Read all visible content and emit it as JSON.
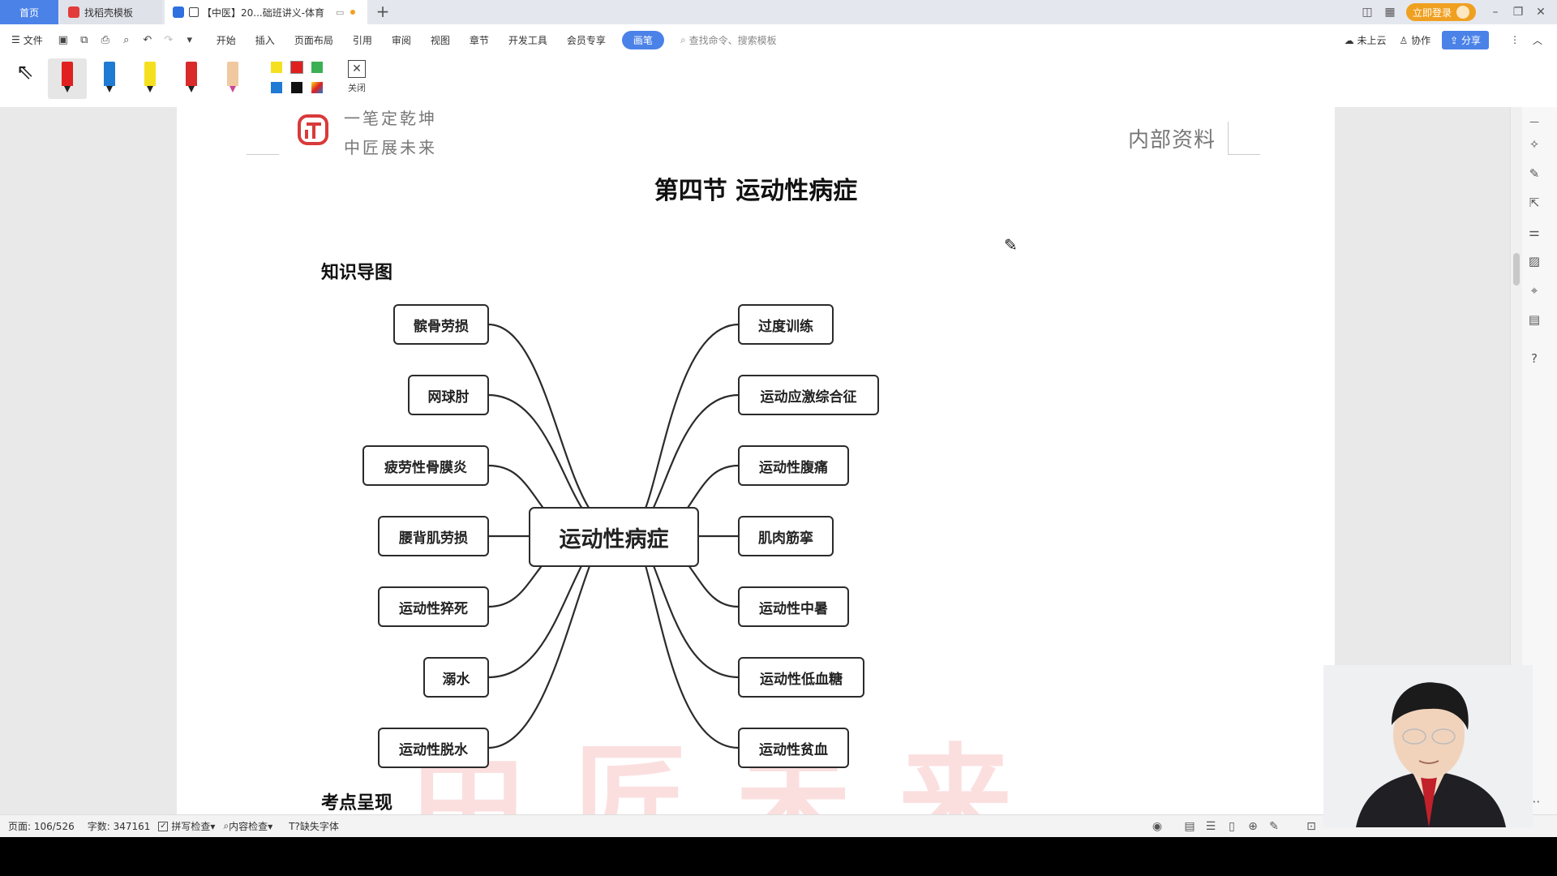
{
  "tabs": [
    {
      "label": "首页"
    },
    {
      "label": "找稻壳模板"
    },
    {
      "label": "【中医】20...础班讲义-体育"
    }
  ],
  "window": {
    "login_label": "立即登录"
  },
  "menu": {
    "file": "文件",
    "items": [
      "开始",
      "插入",
      "页面布局",
      "引用",
      "审阅",
      "视图",
      "章节",
      "开发工具",
      "会员专享"
    ],
    "active": "画笔",
    "search_placeholder": "查找命令、搜索模板",
    "cloud": "未上云",
    "collab": "协作",
    "share": "分享"
  },
  "pen_toolbar": {
    "close_label": "关闭",
    "pen_colors": [
      "#e02020",
      "#1f7ad4",
      "#f5e020",
      "#d92a2a",
      "#f0c9a0"
    ],
    "swatches": [
      "#f5e020",
      "#e02020",
      "#3cb054",
      "#1f7ad4",
      "#111111",
      "#4b82e8"
    ]
  },
  "document": {
    "slogan_line1": "一笔定乾坤",
    "slogan_line2": "中匠展未来",
    "header_right": "内部资料",
    "section_title": "第四节  运动性病症",
    "subtitle1": "知识导图",
    "subtitle2": "考点呈现",
    "watermark": "中匠未来",
    "mindmap": {
      "center": "运动性病症",
      "left": [
        "髌骨劳损",
        "网球肘",
        "疲劳性骨膜炎",
        "腰背肌劳损",
        "运动性猝死",
        "溺水",
        "运动性脱水"
      ],
      "right": [
        "过度训练",
        "运动应激综合征",
        "运动性腹痛",
        "肌肉筋挛",
        "运动性中暑",
        "运动性低血糖",
        "运动性贫血"
      ]
    }
  },
  "status": {
    "page": "页面: 106/526",
    "words": "字数: 347161",
    "spell": "拼写检查",
    "content": "内容检查",
    "font": "缺失字体"
  },
  "colors": {
    "accent": "#4b82e8",
    "login": "#f0a020",
    "logo_red": "#d93a3a"
  }
}
